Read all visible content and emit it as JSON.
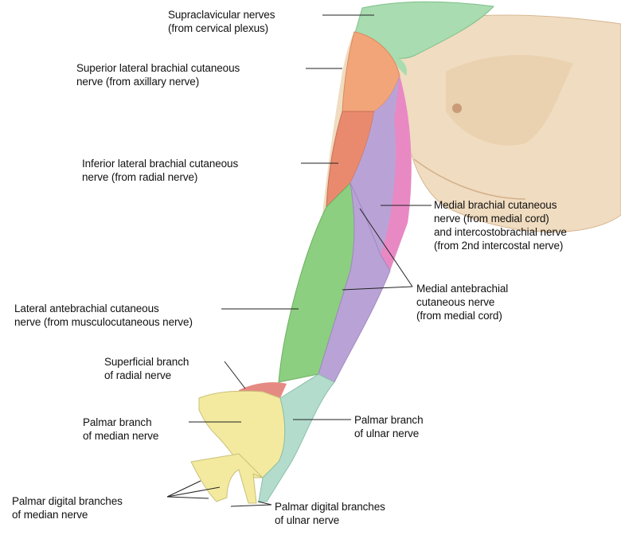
{
  "labels": {
    "supraclavicular": [
      "Supraclavicular nerves",
      "(from cervical plexus)"
    ],
    "superior_lateral_brachial": [
      "Superior lateral brachial cutaneous",
      "nerve (from axillary nerve)"
    ],
    "inferior_lateral_brachial": [
      "Inferior lateral brachial cutaneous",
      "nerve (from radial nerve)"
    ],
    "medial_brachial": [
      "Medial brachial cutaneous",
      "nerve (from medial cord)",
      "and intercostobrachial nerve",
      "(from 2nd intercostal nerve)"
    ],
    "medial_antebrachial": [
      "Medial antebrachial",
      "cutaneous nerve",
      "(from medial cord)"
    ],
    "lateral_antebrachial": [
      "Lateral antebrachial cutaneous",
      "nerve (from musculocutaneous nerve)"
    ],
    "superficial_radial": [
      "Superficial branch",
      "of radial nerve"
    ],
    "palmar_median": [
      "Palmar branch",
      "of median nerve"
    ],
    "palmar_ulnar": [
      "Palmar branch",
      "of ulnar nerve"
    ],
    "palmar_digital_median": [
      "Palmar digital branches",
      "of median nerve"
    ],
    "palmar_digital_ulnar": [
      "Palmar digital branches",
      "of ulnar nerve"
    ]
  },
  "colors": {
    "skin": "#f0dcc0",
    "skin_shade": "#dcbf9c",
    "supraclavicular_green": "#a9dcb0",
    "axillary_orange": "#f3a57a",
    "radial_red": "#e98a6e",
    "medial_purple": "#b9a3d6",
    "intercostobrachial_pink": "#e889c4",
    "musculocutaneous_green": "#8ccf80",
    "superficial_radial_salmon": "#e58a82",
    "median_yellow": "#f3ea9f",
    "ulnar_teal": "#b3dccd",
    "line": "#222222"
  }
}
